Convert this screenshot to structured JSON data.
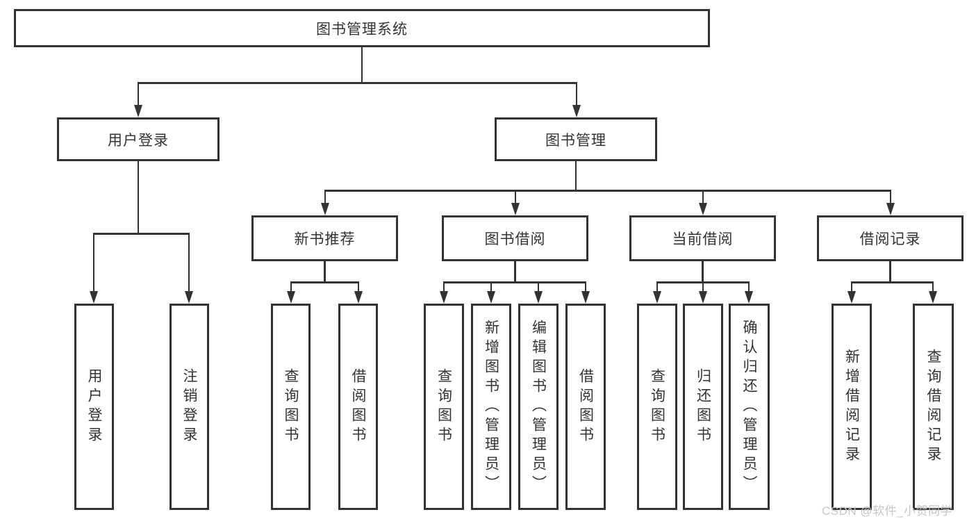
{
  "diagram_type": "hierarchy-tree",
  "colors": {
    "line": "#333333",
    "box_background": "#ffffff",
    "text": "#333333",
    "watermark": "#c6c6c6",
    "page_background": "#ffffff"
  },
  "nodes": {
    "root": "图书管理系统",
    "user_login": "用户登录",
    "book_mgmt": "图书管理",
    "new_book_rec": "新书推荐",
    "book_borrow": "图书借阅",
    "current_borrow": "当前借阅",
    "borrow_records": "借阅记录",
    "leaf_user_login": "用户登录",
    "leaf_logout": "注销登录",
    "leaf_rec_query": "查询图书",
    "leaf_rec_borrow": "借阅图书",
    "leaf_bb_query": "查询图书",
    "leaf_bb_add": "新增图书（管理员）",
    "leaf_bb_edit": "编辑图书（管理员）",
    "leaf_bb_borrow": "借阅图书",
    "leaf_cb_query": "查询图书",
    "leaf_cb_return": "归还图书",
    "leaf_cb_confirm": "确认归还（管理员）",
    "leaf_br_add": "新增借阅记录",
    "leaf_br_query": "查询借阅记录"
  },
  "tree": {
    "label": "图书管理系统",
    "children": [
      {
        "label": "用户登录",
        "children": [
          {
            "label": "用户登录"
          },
          {
            "label": "注销登录"
          }
        ]
      },
      {
        "label": "图书管理",
        "children": [
          {
            "label": "新书推荐",
            "children": [
              {
                "label": "查询图书"
              },
              {
                "label": "借阅图书"
              }
            ]
          },
          {
            "label": "图书借阅",
            "children": [
              {
                "label": "查询图书"
              },
              {
                "label": "新增图书（管理员）"
              },
              {
                "label": "编辑图书（管理员）"
              },
              {
                "label": "借阅图书"
              }
            ]
          },
          {
            "label": "当前借阅",
            "children": [
              {
                "label": "查询图书"
              },
              {
                "label": "归还图书"
              },
              {
                "label": "确认归还（管理员）"
              }
            ]
          },
          {
            "label": "借阅记录",
            "children": [
              {
                "label": "新增借阅记录"
              },
              {
                "label": "查询借阅记录"
              }
            ]
          }
        ]
      }
    ]
  },
  "watermark": "CSDN @软件_小贺同学"
}
